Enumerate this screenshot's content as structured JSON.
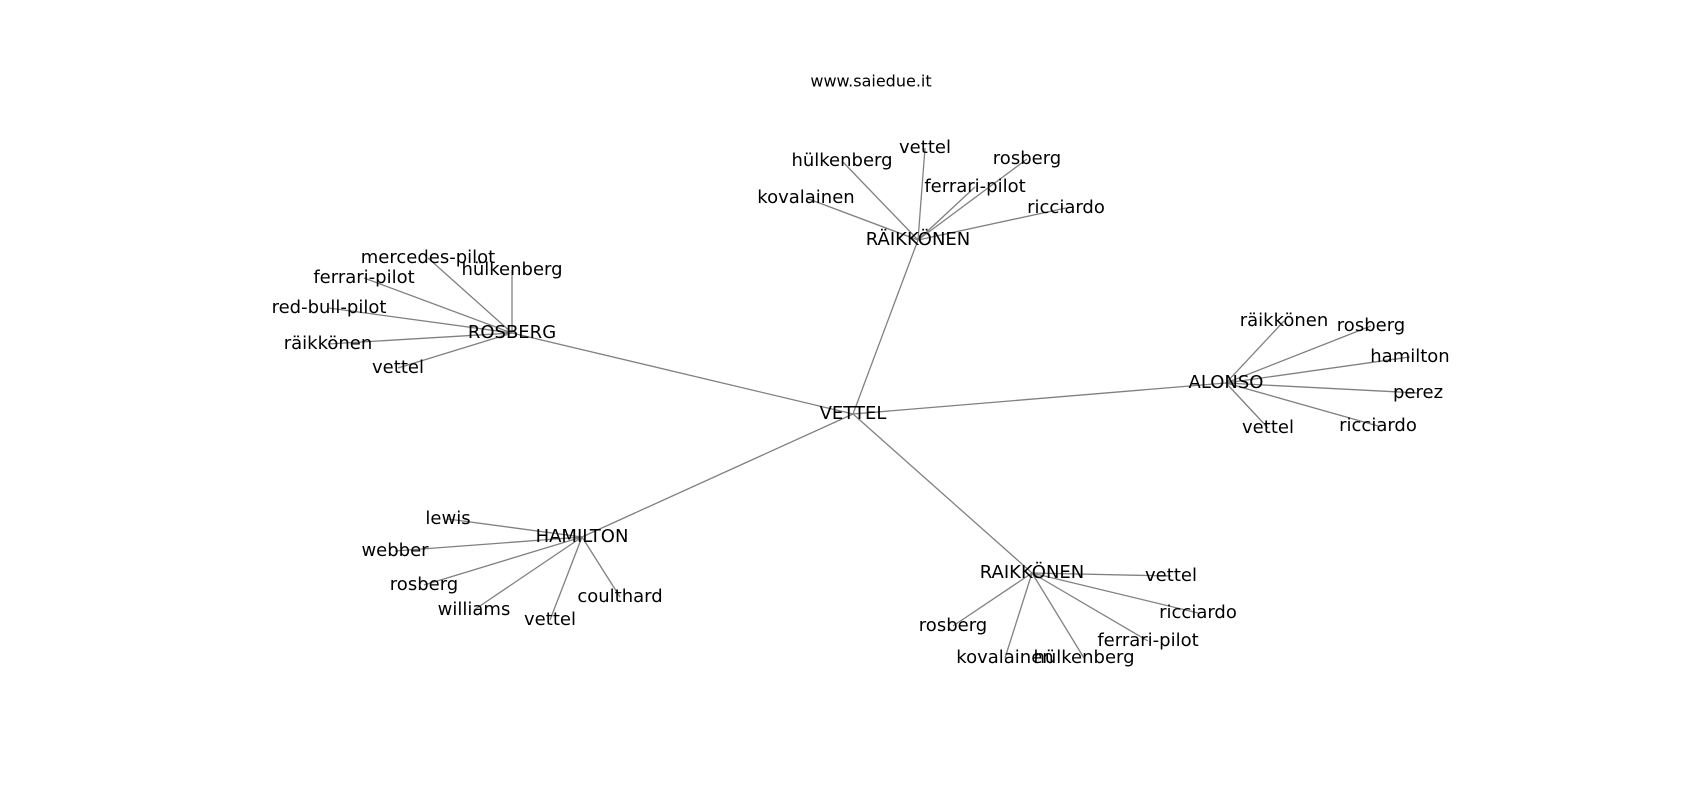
{
  "title": "www.saiedue.it",
  "colors": {
    "edge": "#808080",
    "text": "#000000",
    "background": "#ffffff"
  },
  "graph": {
    "root": "VETTEL",
    "hubs": [
      {
        "label": "RÄIKKÖNEN",
        "leaves": [
          "hülkenberg",
          "vettel",
          "rosberg",
          "ferrari-pilot",
          "kovalainen",
          "ricciardo"
        ]
      },
      {
        "label": "ROSBERG",
        "leaves": [
          "mercedes-pilot",
          "hülkenberg",
          "ferrari-pilot",
          "red-bull-pilot",
          "räikkönen",
          "vettel"
        ]
      },
      {
        "label": "ALONSO",
        "leaves": [
          "räikkönen",
          "rosberg",
          "hamilton",
          "perez",
          "ricciardo",
          "vettel"
        ]
      },
      {
        "label": "HAMILTON",
        "leaves": [
          "lewis",
          "webber",
          "rosberg",
          "williams",
          "vettel",
          "coulthard"
        ]
      },
      {
        "label": "RAIKKÖNEN",
        "leaves": [
          "vettel",
          "ricciardo",
          "ferrari-pilot",
          "hülkenberg",
          "kovalainen",
          "rosberg"
        ]
      }
    ]
  }
}
